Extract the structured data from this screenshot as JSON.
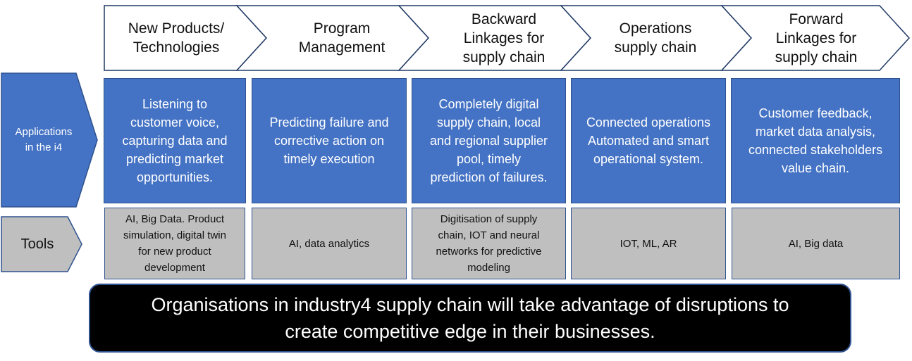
{
  "stages": [
    {
      "label": "New Products/\nTechnologies"
    },
    {
      "label": "Program\nManagement"
    },
    {
      "label": "Backward\nLinkages for\nsupply chain"
    },
    {
      "label": "Operations\nsupply chain"
    },
    {
      "label": "Forward\nLinkages for\nsupply chain"
    }
  ],
  "row_labels": {
    "applications": "Applications\nin the i4",
    "tools": "Tools"
  },
  "applications": [
    "Listening to\ncustomer voice,\ncapturing data and\npredicting market\nopportunities.",
    "Predicting failure and\ncorrective action on\ntimely execution",
    "Completely digital\nsupply chain, local\nand regional supplier\npool, timely\nprediction of failures.",
    "Connected operations\nAutomated and smart\noperational system.",
    "Customer feedback,\nmarket data analysis,\nconnected stakeholders\nvalue chain."
  ],
  "tools": [
    "AI, Big Data. Product\nsimulation, digital twin\nfor new product\ndevelopment",
    "AI, data analytics",
    "Digitisation of supply\nchain, IOT and neural\nnetworks for predictive\nmodeling",
    "IOT, ML, AR",
    "AI, Big data"
  ],
  "banner": "Organisations in industry4 supply chain will take advantage of disruptions to\ncreate competitive edge in their businesses.",
  "colors": {
    "app_fill": "#4472c4",
    "tool_fill": "#bfbfbf",
    "outline": "#2f528f",
    "banner_fill": "#000000"
  }
}
